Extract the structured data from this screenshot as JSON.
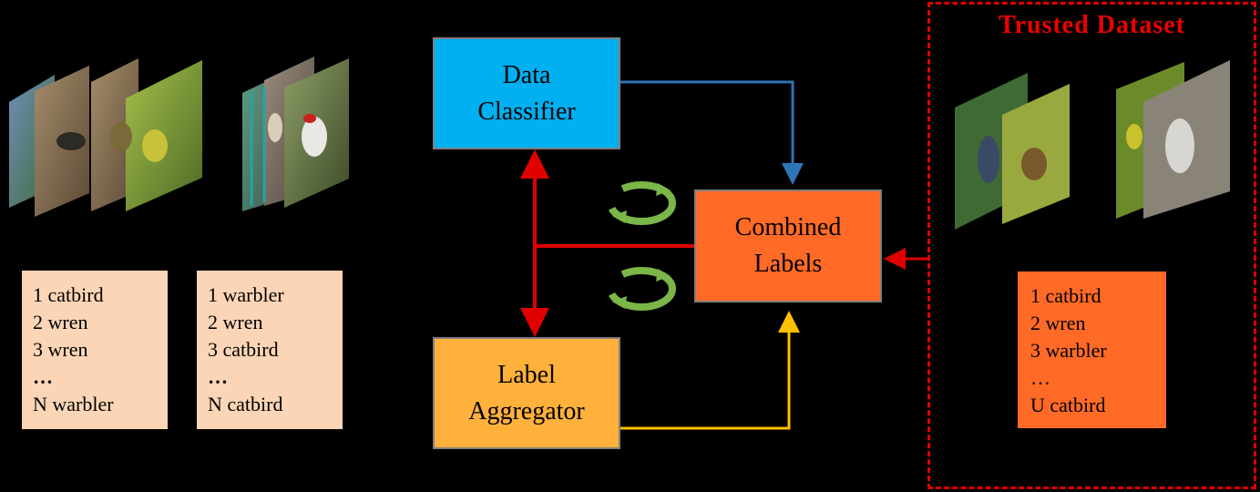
{
  "nodes": {
    "data_classifier": [
      "Data",
      "Classifier"
    ],
    "label_aggregator": [
      "Label",
      "Aggregator"
    ],
    "combined_labels": [
      "Combined",
      "Labels"
    ]
  },
  "trusted_dataset": {
    "title": "Trusted  Dataset",
    "labels": [
      "1 catbird",
      "2 wren",
      "3 warbler",
      "…",
      "U catbird"
    ]
  },
  "worker_labels": [
    [
      "1 catbird",
      "2 wren",
      "3 wren",
      "…",
      "N warbler"
    ],
    [
      "1 warbler",
      "2 wren",
      "3 catbird",
      "…",
      "N catbird"
    ]
  ],
  "colors": {
    "data_classifier": "#00b0f0",
    "label_aggregator": "#ffb13b",
    "combined_labels": "#ff6a26",
    "worker_list": "#fbd5b5",
    "trusted_list": "#ff6a26",
    "arrow_red": "#e00000",
    "arrow_blue": "#2e75b6",
    "arrow_yellow": "#ffc000",
    "cycle_green": "#7ab648"
  }
}
